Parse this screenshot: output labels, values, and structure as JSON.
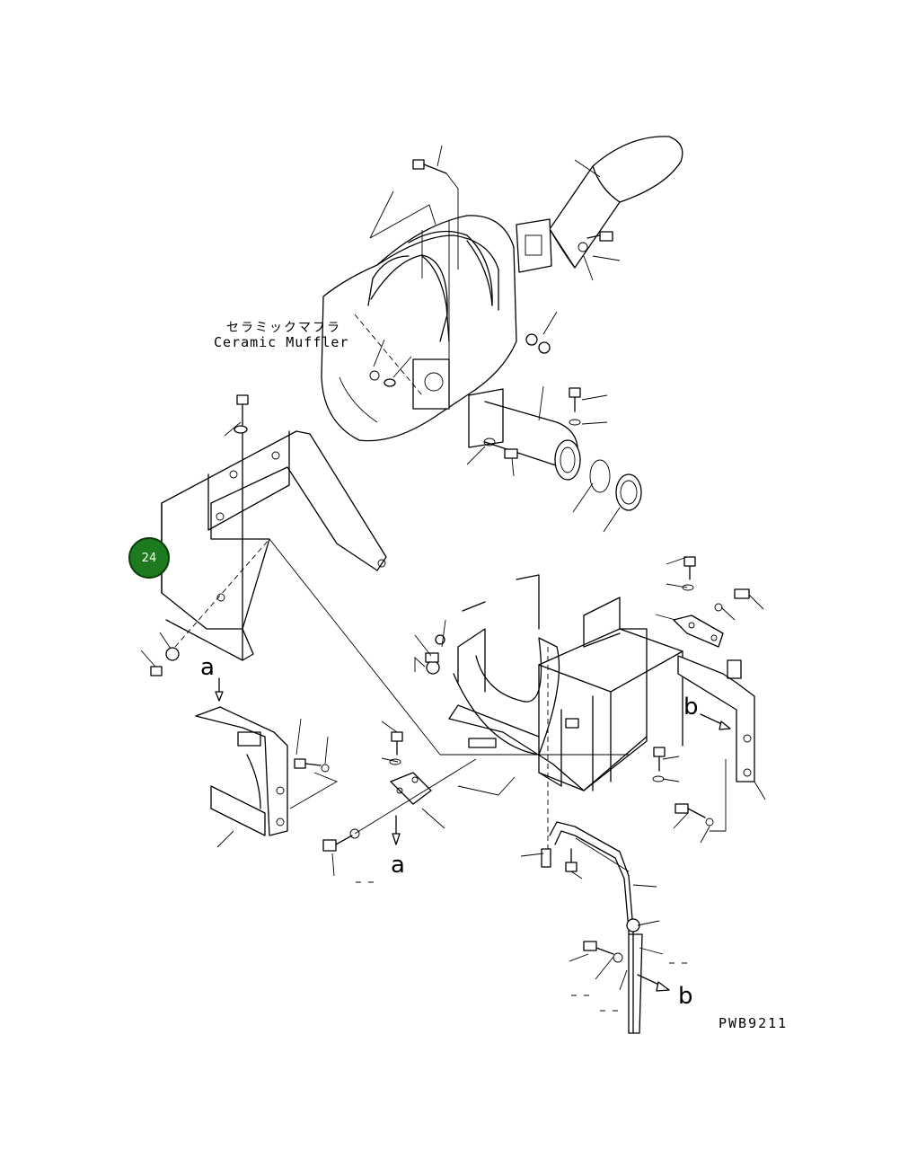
{
  "labels": {
    "muffler_jp": "セラミックマフラ",
    "muffler_en": "Ceramic Muffler",
    "ref_a_top": "a",
    "ref_a_bottom": "a",
    "ref_b_right": "b",
    "ref_b_bottom": "b",
    "drawing_code": "PWB9211"
  },
  "callout": {
    "number": "24",
    "color": "#1e7a1e"
  }
}
